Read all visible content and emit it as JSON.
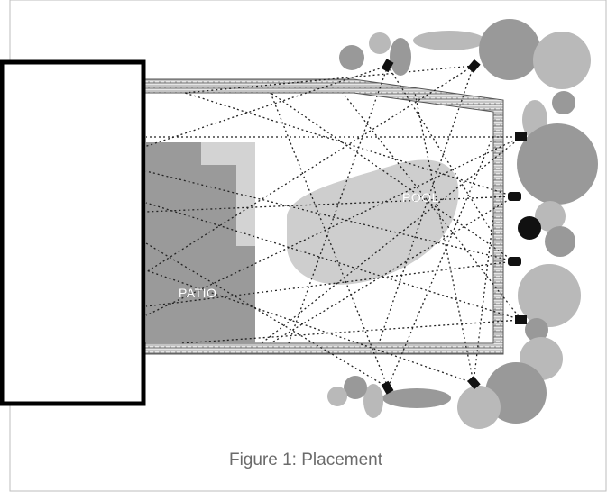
{
  "figure": {
    "caption": "Figure 1: Placement",
    "labels": {
      "pool": "POOL",
      "patio": "PATIO"
    }
  },
  "colors": {
    "patio": "#9a9a9a",
    "pool": "#cecece",
    "wall": "#5a5a5a",
    "shrub_dark": "#999999",
    "shrub_light": "#b9b9b9",
    "fixture": "#111111",
    "frame_border": "#bdbdbd",
    "caption": "#6b6b6b"
  }
}
